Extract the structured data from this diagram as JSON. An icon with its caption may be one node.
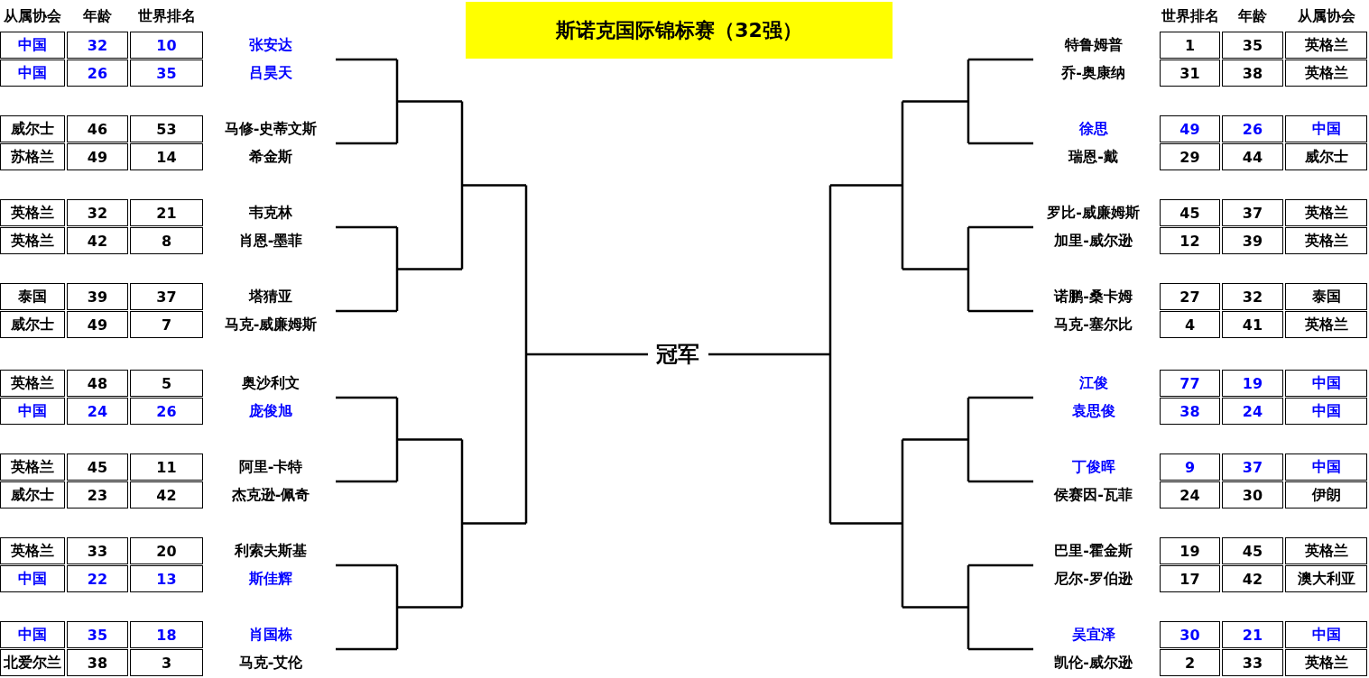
{
  "diagram": {
    "title": "斯诺克国际锦标赛（32强）",
    "labels": [
      "从属协会",
      "年龄",
      "世界排名",
      "世界排名",
      "年龄",
      "从属协会",
      "中国",
      "32",
      "10",
      "张安达",
      "特鲁姆普",
      "1",
      "35",
      "英格兰",
      "中国",
      "26",
      "35",
      "吕昊天",
      "乔-奥康纳",
      "31",
      "38",
      "英格兰",
      "威尔士",
      "46",
      "53",
      "马修-史蒂文斯",
      "徐思",
      "49",
      "26",
      "中国",
      "苏格兰",
      "49",
      "14",
      "希金斯",
      "瑞恩-戴",
      "29",
      "44",
      "威尔士",
      "英格兰",
      "32",
      "21",
      "韦克林",
      "罗比-威廉姆斯",
      "45",
      "37",
      "英格兰",
      "英格兰",
      "42",
      "8",
      "肖恩-墨菲",
      "加里-威尔逊",
      "12",
      "39",
      "英格兰",
      "泰国",
      "39",
      "37",
      "塔猜亚",
      "诺鹏-桑卡姆",
      "27",
      "32",
      "泰国",
      "威尔士",
      "49",
      "7",
      "马克-威廉姆斯",
      "马克-塞尔比",
      "4",
      "41",
      "英格兰",
      "冠军",
      "英格兰",
      "48",
      "5",
      "奥沙利文",
      "江俊",
      "77",
      "19",
      "中国",
      "中国",
      "24",
      "26",
      "庞俊旭",
      "袁思俊",
      "38",
      "24",
      "中国",
      "英格兰",
      "45",
      "11",
      "阿里-卡特",
      "丁俊晖",
      "9",
      "37",
      "中国",
      "威尔士",
      "23",
      "42",
      "杰克逊-佩奇",
      "侯赛因-瓦菲",
      "24",
      "30",
      "伊朗",
      "英格兰",
      "33",
      "20",
      "利索夫斯基",
      "巴里-霍金斯",
      "19",
      "45",
      "英格兰",
      "中国",
      "22",
      "13",
      "斯佳辉",
      "尼尔-罗伯逊",
      "17",
      "42",
      "澳大利亚",
      "中国",
      "35",
      "18",
      "肖国栋",
      "吴宜泽",
      "30",
      "21",
      "中国",
      "北爱尔兰",
      "38",
      "3",
      "马克-艾伦",
      "凯伦-威尔逊",
      "2",
      "33",
      "英格兰"
    ]
  }
}
